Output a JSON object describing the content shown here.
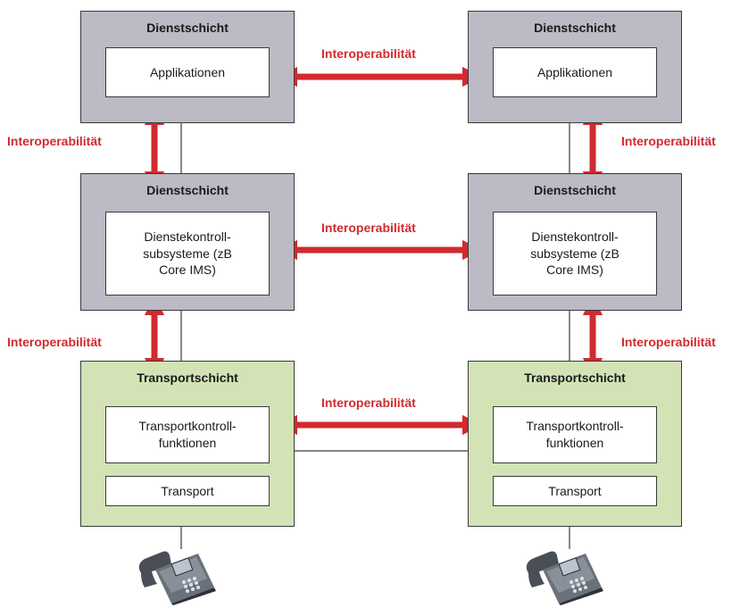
{
  "colors": {
    "service_layer": "#bcbac4",
    "transport_layer": "#d3e3b5",
    "arrow": "#d12a2f",
    "label": "#d12a2f"
  },
  "left": {
    "layer1": {
      "title": "Dienstschicht",
      "box": "Applikationen"
    },
    "layer2": {
      "title": "Dienstschicht",
      "box": "Dienstekontroll-\nsubsysteme (zB\nCore IMS)"
    },
    "layer3": {
      "title": "Transportschicht",
      "box1": "Transportkontroll-\nfunktionen",
      "box2": "Transport"
    }
  },
  "right": {
    "layer1": {
      "title": "Dienstschicht",
      "box": "Applikationen"
    },
    "layer2": {
      "title": "Dienstschicht",
      "box": "Dienstekontroll-\nsubsysteme (zB\nCore IMS)"
    },
    "layer3": {
      "title": "Transportschicht",
      "box1": "Transportkontroll-\nfunktionen",
      "box2": "Transport"
    }
  },
  "labels": {
    "h_top": "Interoperabilität",
    "h_mid": "Interoperabilität",
    "h_bot": "Interoperabilität",
    "v_left_top": "Interoperabilität",
    "v_left_bot": "Interoperabilität",
    "v_right_top": "Interoperabilität",
    "v_right_bot": "Interoperabilität"
  },
  "icons": [
    "ip-phone-icon",
    "ip-phone-icon"
  ]
}
